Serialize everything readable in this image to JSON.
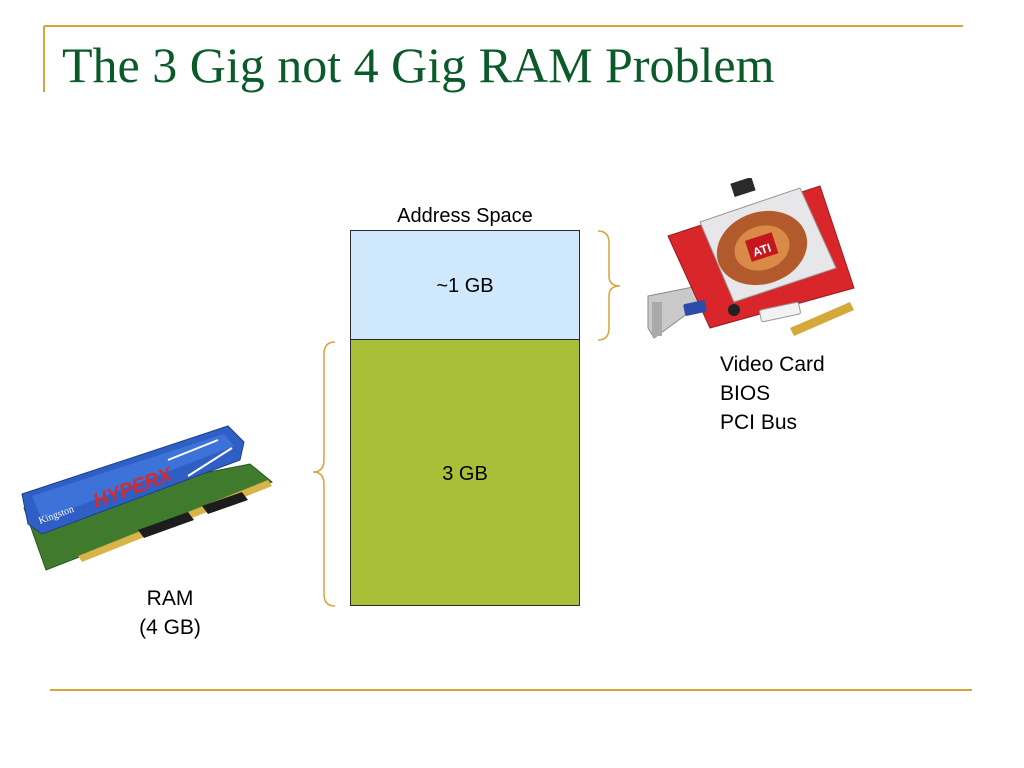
{
  "slide": {
    "title": "The 3 Gig not 4 Gig RAM Problem",
    "accent_color": "#d6a43a",
    "title_color": "#0b5a2a"
  },
  "address_space": {
    "label": "Address Space",
    "segments": [
      {
        "label": "~1 GB",
        "color": "#cfe8fb"
      },
      {
        "label": "3 GB",
        "color": "#a9bf38"
      }
    ]
  },
  "video_card": {
    "caption_lines": [
      "Video Card",
      "BIOS",
      "PCI Bus"
    ],
    "image": "graphics-card-photo",
    "brand_mark": "ATI"
  },
  "ram": {
    "caption_lines": [
      "RAM",
      "(4 GB)"
    ],
    "image": "ram-module-photo",
    "brand_mark": "Kingston",
    "series_mark": "HYPERX"
  }
}
